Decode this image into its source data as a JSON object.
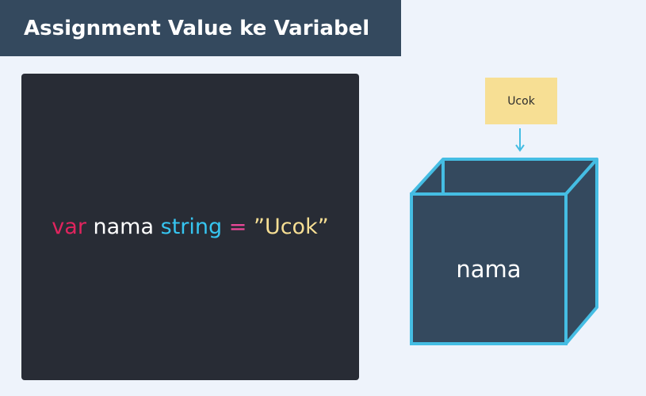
{
  "header": {
    "title": "Assignment Value ke Variabel"
  },
  "code": {
    "keyword": "var",
    "name": "nama",
    "type": "string",
    "operator": "=",
    "value": "”Ucok”"
  },
  "diagram": {
    "value_note": "Ucok",
    "box_label": "nama"
  },
  "colors": {
    "header_bg": "#34495e",
    "page_bg": "#eef3fb",
    "code_bg": "#282c35",
    "keyword": "#e0245e",
    "type": "#36c5f0",
    "operator": "#ec4899",
    "string": "#f7df94",
    "box_fill": "#34495e",
    "box_stroke": "#45bde3",
    "note_bg": "#f7df94"
  }
}
